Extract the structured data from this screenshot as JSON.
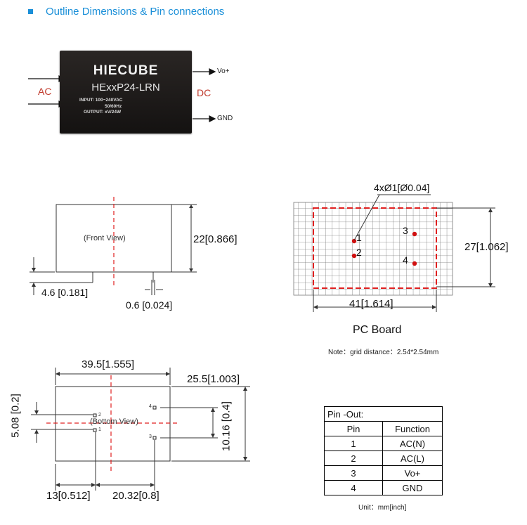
{
  "section": {
    "title": "Outline Dimensions & Pin connections"
  },
  "module": {
    "brand": "HIECUBE",
    "model": "HExxP24-LRN",
    "input_spec": "INPUT: 100~240VAC",
    "freq_spec": "50/60Hz",
    "output_spec": "OUTPUT: xV/24W",
    "ac_label": "AC",
    "dc_label": "DC",
    "vo_label": "Vo+",
    "gnd_label": "GND"
  },
  "front_view": {
    "label": "(Front View)",
    "height_dim": "22[0.866]",
    "pin_len_dim": "4.6 [0.181]",
    "pin_width_dim": "0.6 [0.024]"
  },
  "pc_board": {
    "hole_dim": "4xØ1[Ø0.04]",
    "height_dim": "27[1.062]",
    "width_dim": "41[1.614]",
    "title": "PC Board",
    "note": "Note：grid distance：2.54*2.54mm",
    "pin_labels": [
      "1",
      "2",
      "3",
      "4"
    ]
  },
  "bottom_view": {
    "label": "(Bottom View)",
    "width_dim": "39.5[1.555]",
    "depth_dim": "25.5[1.003]",
    "left_pin_dim": "5.08 [0.2]",
    "right_pin_dim": "10.16 [0.4]",
    "offset_dim": "13[0.512]",
    "pitch_dim": "20.32[0.8]",
    "pin_labels": [
      "2",
      "1",
      "4",
      "3"
    ]
  },
  "pin_table": {
    "title": "Pin -Out:",
    "headers": [
      "Pin",
      "Function"
    ],
    "rows": [
      {
        "pin": "1",
        "function": "AC(N)"
      },
      {
        "pin": "2",
        "function": "AC(L)"
      },
      {
        "pin": "3",
        "function": "Vo+"
      },
      {
        "pin": "4",
        "function": "GND"
      }
    ],
    "unit_note": "Unit：mm[inch]"
  },
  "colors": {
    "title_blue": "#1a8fd8",
    "accent_red": "#c0392b",
    "centerline_red": "#e02020",
    "grid_gray": "#777777"
  }
}
